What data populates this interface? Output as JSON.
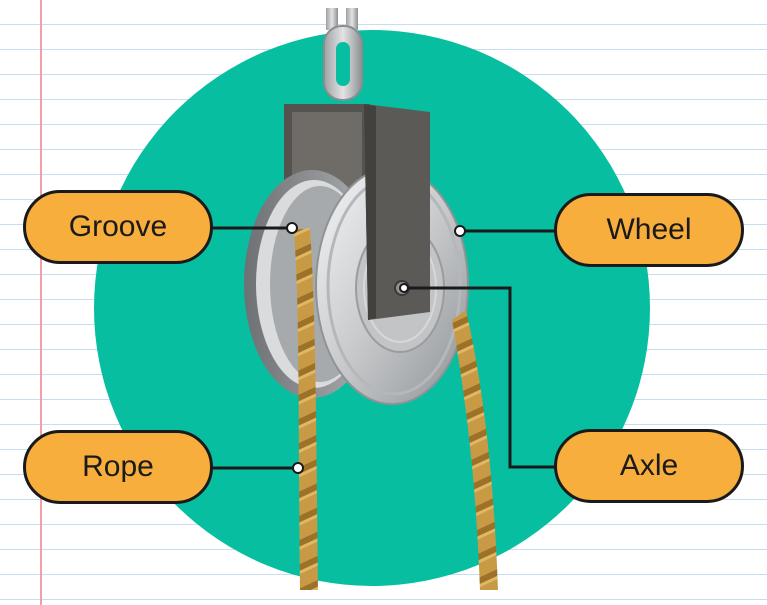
{
  "colors": {
    "background_circle": "#07bfa0",
    "label_fill": "#f7ae3c",
    "label_border": "#1a1a1a",
    "rope": "#c99a45",
    "metal_frame": "#5c5a57",
    "wheel": "#cfd1d3"
  },
  "labels": {
    "groove": "Groove",
    "wheel": "Wheel",
    "rope": "Rope",
    "axle": "Axle"
  }
}
